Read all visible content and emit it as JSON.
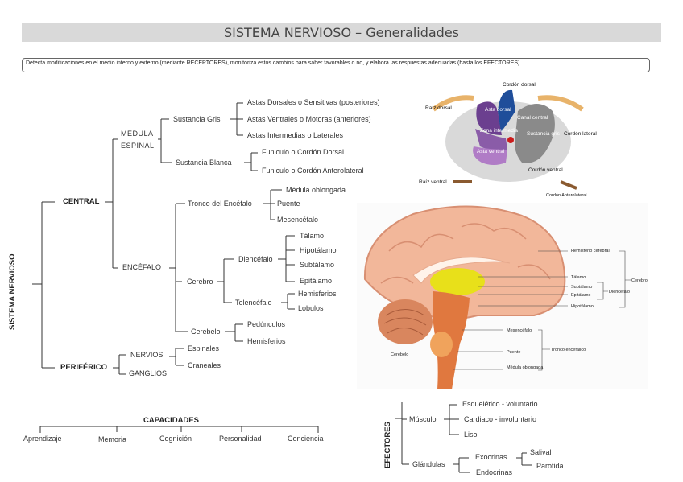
{
  "title": "SISTEMA NERVIOSO – Generalidades",
  "definition": "Detecta modificaciones en el medio interno y externo (mediante RECEPTORES), monitoriza estos cambios para saber favorables o no, y elabora las respuestas adecuadas (hasta los EFECTORES).",
  "root": "SISTEMA NERVIOSO",
  "central": {
    "label": "CENTRAL",
    "medula_line1": "MÉDULA",
    "medula_line2": "ESPINAL",
    "sustancia_gris": "Sustancia Gris",
    "sg_items": [
      "Astas Dorsales o Sensitivas (posteriores)",
      "Astas Ventrales o Motoras (anteriores)",
      "Astas Intermedias o Laterales"
    ],
    "sustancia_blanca": "Sustancia Blanca",
    "sb_items": [
      "Funiculo o Cordón Dorsal",
      "Funiculo o Cordón Anterolateral"
    ],
    "encefalo": "ENCÉFALO",
    "tronco": "Tronco del Encéfalo",
    "tronco_items": [
      "Médula oblongada",
      "Puente",
      "Mesencéfalo"
    ],
    "cerebro": "Cerebro",
    "diencefalo": "Diencéfalo",
    "dien_items": [
      "Tálamo",
      "Hipotálamo",
      "Subtálamo",
      "Epitálamo"
    ],
    "telencefalo": "Telencéfalo",
    "tel_items": [
      "Hemisferios",
      "Lobulos"
    ],
    "cerebelo": "Cerebelo",
    "cerebelo_items": [
      "Pedúnculos",
      "Hemisferios"
    ]
  },
  "periferico": {
    "label": "PERIFÉRICO",
    "nervios": "NERVIOS",
    "ganglios": "GANGLIOS",
    "items": [
      "Espinales",
      "Craneales"
    ]
  },
  "capacidades": {
    "label": "CAPACIDADES",
    "items": [
      "Aprendizaje",
      "Memoria",
      "Cognición",
      "Personalidad",
      "Conciencia"
    ]
  },
  "efectores": {
    "label": "EFECTORES",
    "musculo": "Músculo",
    "musculo_items": [
      "Esquelético - voluntario",
      "Cardiaco - involuntario",
      "Liso"
    ],
    "glandulas": "Glándulas",
    "exocrinas": "Exocrinas",
    "endocrinas": "Endocrinas",
    "exo_items": [
      "Salival",
      "Parotida"
    ]
  },
  "spinal_figure": {
    "labels": [
      "Cordón dorsal",
      "Raíz dorsal",
      "Asta dorsal",
      "Canal central",
      "Zona intermedia",
      "Sustancia gris",
      "Cordón lateral",
      "Asta ventral",
      "Cordón ventral",
      "Raíz ventral",
      "Cordón Anterolateral"
    ]
  },
  "brain_figure": {
    "labels": [
      "Hemisferio cerebral",
      "Tálamo",
      "Subtálamo",
      "Epitálamo",
      "Hipotálamo",
      "Diencéfalo",
      "Cerebro",
      "Mesencéfalo",
      "Puente",
      "Tronco encefálico",
      "Médula oblongada",
      "Cerebelo"
    ]
  },
  "colors": {
    "asta_dorsal": "#6b3f8f",
    "asta_ventral": "#b07cc6",
    "zona_intermedia": "#8a5ca8",
    "canal": "#1f4e9a",
    "sustancia_gris_lateral": "#8a8a8a",
    "white_matter": "#d9d9d9",
    "thalamus": "#e8e01a",
    "brainstem": "#e0783f",
    "cortex": "#f2b79a"
  }
}
